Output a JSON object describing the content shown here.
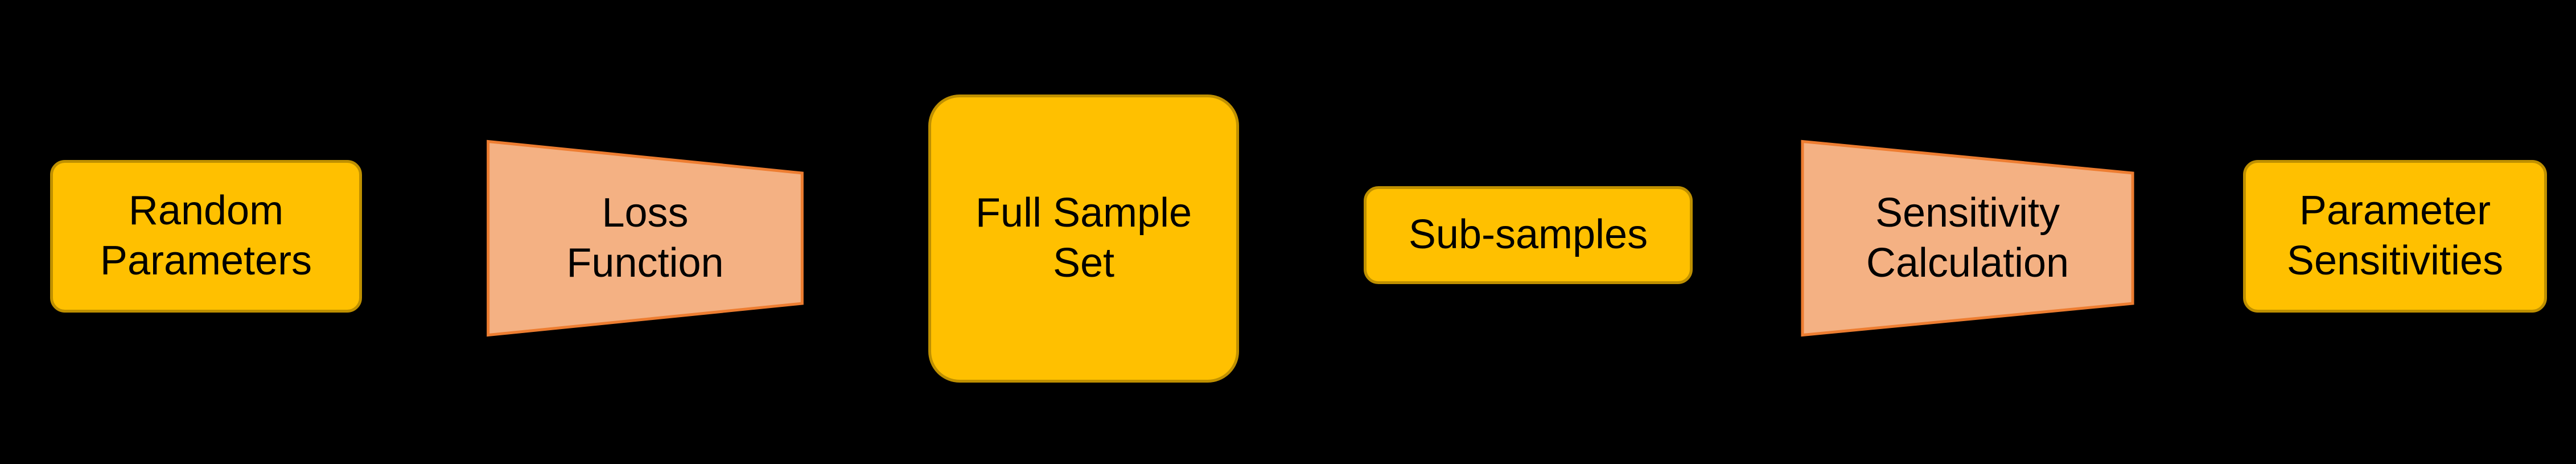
{
  "colors": {
    "background": "#000000",
    "box_fill": "#FFC000",
    "box_border": "#BF9000",
    "trapezoid_fill": "#F4B183",
    "trapezoid_border": "#ED7D31",
    "text": "#000000"
  },
  "diagram": {
    "description": "Process flow of six shapes left to right on black background",
    "nodes": [
      {
        "id": "random-parameters",
        "shape": "rounded-rectangle",
        "label": "Random\nParameters"
      },
      {
        "id": "loss-function",
        "shape": "trapezoid",
        "label": "Loss\nFunction"
      },
      {
        "id": "full-sample-set",
        "shape": "rounded-rectangle",
        "label": "Full Sample\nSet"
      },
      {
        "id": "sub-samples",
        "shape": "rounded-rectangle",
        "label": "Sub-samples"
      },
      {
        "id": "sensitivity-calculation",
        "shape": "trapezoid",
        "label": "Sensitivity\nCalculation"
      },
      {
        "id": "parameter-sensitivities",
        "shape": "rounded-rectangle",
        "label": "Parameter\nSensitivities"
      }
    ]
  }
}
